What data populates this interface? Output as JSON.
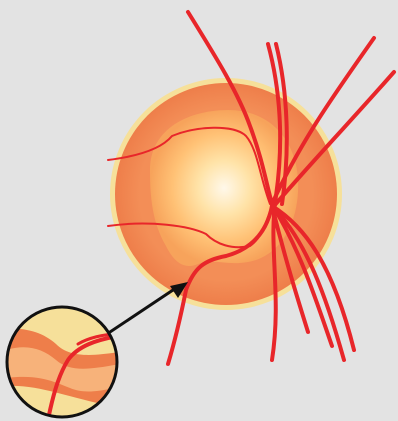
{
  "colors": {
    "background": "#e3e3e3",
    "disc_rim": "#f6e09a",
    "disc_outer": "#f08a55",
    "cup_inner": "#fff2d8",
    "vessel": "#e8262a",
    "callout_border": "#111111",
    "arrow": "#111111"
  },
  "icons": {
    "optic_disc": "optic-disc-illustration",
    "magnifier": "magnified-inset-circle",
    "pointer": "callout-arrow"
  }
}
